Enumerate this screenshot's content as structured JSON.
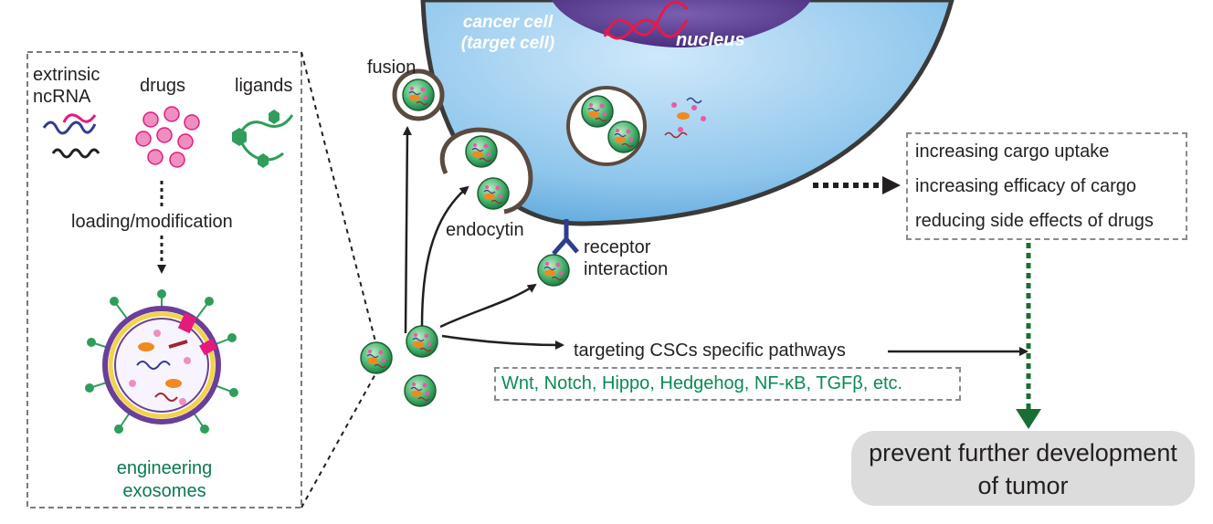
{
  "left_panel": {
    "cargo": [
      {
        "label": "extrinsic\nncRNA",
        "icon": "ncrna-icon"
      },
      {
        "label": "drugs",
        "icon": "drugs-icon"
      },
      {
        "label": "ligands",
        "icon": "ligands-icon"
      }
    ],
    "process_label": "loading/modification",
    "product_label": "engineering\nexosomes"
  },
  "cell": {
    "name": "cancer cell\n(target cell)",
    "nucleus": "nucleus"
  },
  "uptake_routes": {
    "fusion": "fusion",
    "endocytosis": "endocytin",
    "receptor": "receptor\ninteraction"
  },
  "pathways": {
    "label": "targeting CSCs specific pathways",
    "list": "Wnt, Notch, Hippo, Hedgehog, NF-κB, TGFβ, etc."
  },
  "outcomes": [
    "increasing cargo uptake",
    "increasing efficacy of cargo",
    "reducing side effects of drugs"
  ],
  "result": "prevent further development\nof tumor",
  "colors": {
    "cell_fill": "#8fc6ec",
    "nucleus_fill": "#5a3f8f",
    "exosome_green": "#2e9e5a",
    "pathway_text": "#0a8a55",
    "result_fill": "#dcdcdc"
  }
}
